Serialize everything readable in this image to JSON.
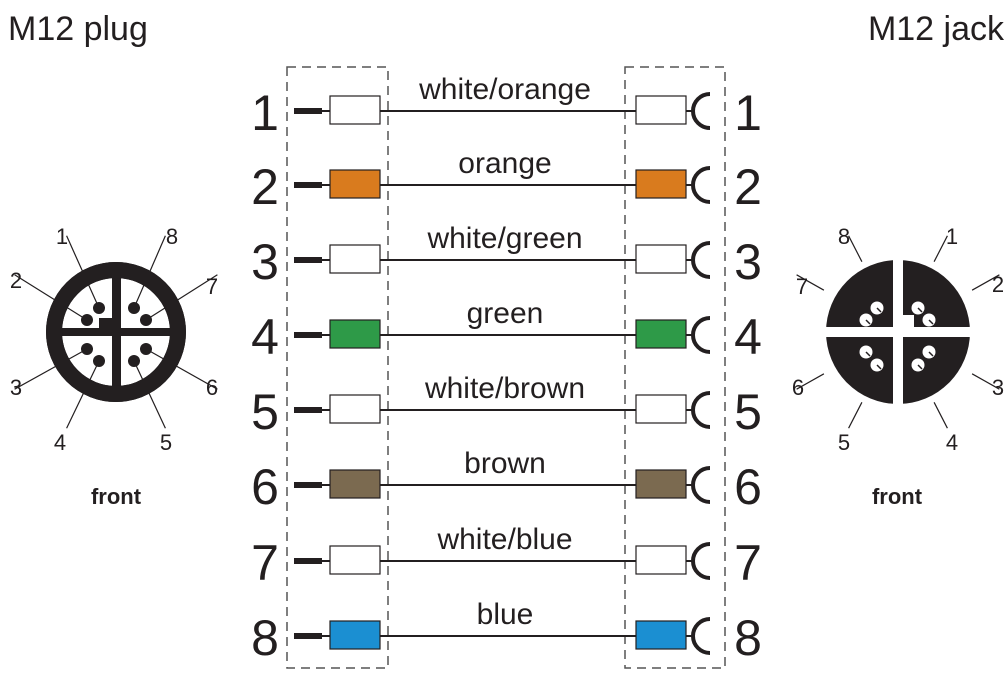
{
  "plug": {
    "title": "M12 plug",
    "caption": "front",
    "pin_labels": [
      "1",
      "2",
      "3",
      "4",
      "5",
      "6",
      "7",
      "8"
    ]
  },
  "jack": {
    "title": "M12 jack",
    "caption": "front",
    "pin_labels": [
      "1",
      "2",
      "3",
      "4",
      "5",
      "6",
      "7",
      "8"
    ]
  },
  "wires": [
    {
      "pin": "1",
      "label": "white/orange",
      "color": "#ffffff"
    },
    {
      "pin": "2",
      "label": "orange",
      "color": "#d97b1e"
    },
    {
      "pin": "3",
      "label": "white/green",
      "color": "#ffffff"
    },
    {
      "pin": "4",
      "label": "green",
      "color": "#2e9a48"
    },
    {
      "pin": "5",
      "label": "white/brown",
      "color": "#ffffff"
    },
    {
      "pin": "6",
      "label": "brown",
      "color": "#7b6a50"
    },
    {
      "pin": "7",
      "label": "white/blue",
      "color": "#ffffff"
    },
    {
      "pin": "8",
      "label": "blue",
      "color": "#1b8fd2"
    }
  ]
}
